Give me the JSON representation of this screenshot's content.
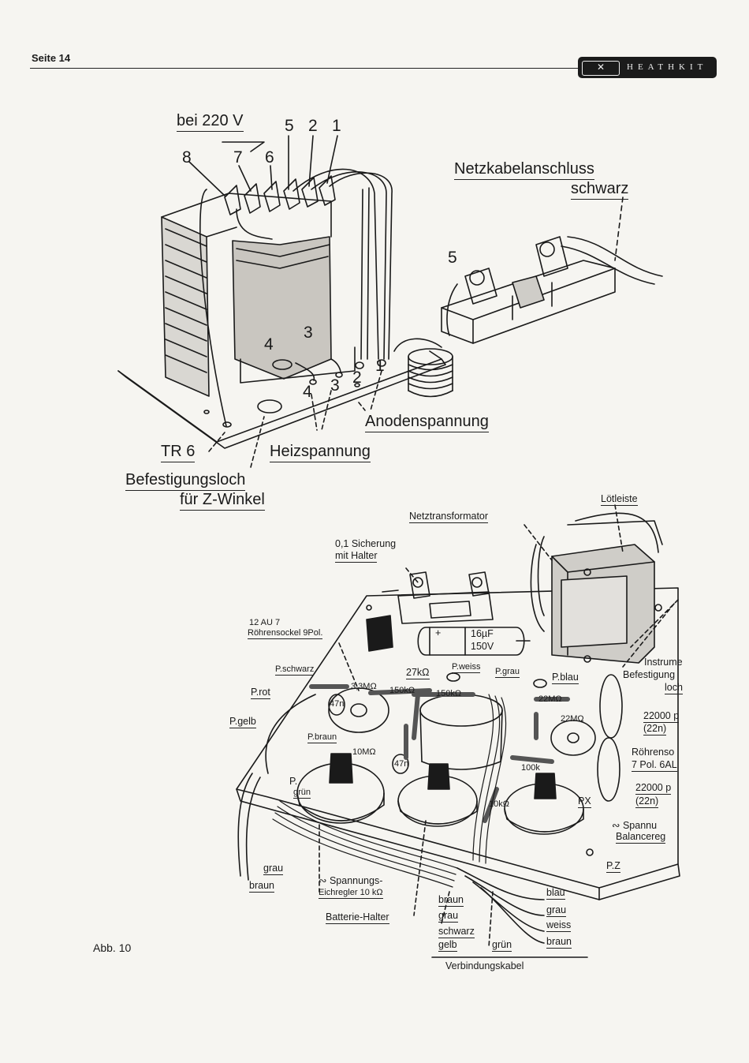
{
  "header": {
    "page_label": "Seite 14",
    "logo_emblem": "✕",
    "logo_text": "HEATHKIT"
  },
  "figure_top": {
    "voltage_label": "bei 220 V",
    "terminals_top": [
      "8",
      "7",
      "6",
      "5",
      "2",
      "1"
    ],
    "terminals_body": [
      "4",
      "3"
    ],
    "terminals_bottom": [
      "4",
      "3",
      "2",
      "1"
    ],
    "terminal_5": "5",
    "netzkabel_line1": "Netzkabelanschluss",
    "netzkabel_line2": "schwarz",
    "anoden": "Anodenspannung",
    "heiz": "Heizspannung",
    "tr": "TR 6",
    "bef_line1": "Befestigungsloch",
    "bef_line2": "für Z-Winkel"
  },
  "figure_bottom": {
    "netztransformator": "Netztransformator",
    "loetleiste": "Lötleiste",
    "sicherung_line1": "0,1 Sicherung",
    "sicherung_line2": "mit Halter",
    "tube_line1": "12 AU 7",
    "tube_line2": "Röhrensockel 9Pol.",
    "cap_line1": "16µF",
    "cap_line2": "150V",
    "plus": "+",
    "r27k": "27kΩ",
    "pweiss": "P.weiss",
    "pgrau": "P.grau",
    "pschwarz": "P.schwarz",
    "pblau": "P.blau",
    "prot": "P.rot",
    "pgelb": "P.gelb",
    "pbraun": "P.braun",
    "pgruen_a": "P.",
    "pgruen_b": "grün",
    "r33m": "3,3MΩ",
    "r150k_a": "150kΩ",
    "r150k_b": "150kΩ",
    "r22m_a": "22MΩ",
    "r22m_b": "22MΩ",
    "r10m": "10MΩ",
    "r100k": "100k",
    "r10k": "10kΩ",
    "c47n_a": "47n",
    "c47n_b": "47n",
    "instr_line1": "Instrume",
    "instr_line2": "Befestigung",
    "instr_line3": "loch",
    "c22000_a1": "22000 p",
    "c22000_a2": "(22n)",
    "roehrens_line1": "Röhrenso",
    "roehrens_line2": "7 Pol. 6AL",
    "c22000_b1": "22000 p",
    "c22000_b2": "(22n)",
    "px": "PX",
    "spannu_line1": "∾ Spannu",
    "spannu_line2": "Balancereg",
    "pz": "P.Z",
    "eich_line1": "∾ Spannungs-",
    "eich_line2": "Eichregler 10 kΩ",
    "grau_left": "grau",
    "braun_left": "braun",
    "batterie": "Batterie-Halter",
    "wires_mid": [
      "braun",
      "grau",
      "schwarz",
      "gelb",
      "grün"
    ],
    "wires_right": [
      "blau",
      "grau",
      "weiss",
      "braun"
    ],
    "verbindungskabel": "Verbindungskabel"
  },
  "caption": "Abb. 10"
}
